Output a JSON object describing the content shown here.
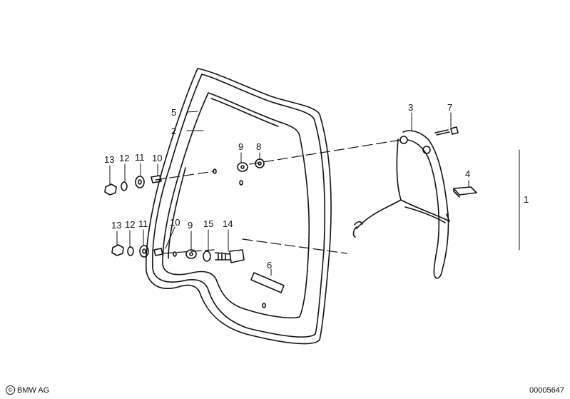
{
  "labels": {
    "p1": "1",
    "p2": "2",
    "p3": "3",
    "p4": "4",
    "p5": "5",
    "p6": "6",
    "p7": "7",
    "p8": "8",
    "p9a": "9",
    "p9b": "9",
    "p10a": "10",
    "p10b": "10",
    "p11a": "11",
    "p11b": "11",
    "p12a": "12",
    "p12b": "12",
    "p13a": "13",
    "p13b": "13",
    "p14": "14",
    "p15": "15"
  },
  "footer": {
    "copyright_symbol": "©",
    "brand": "BMW AG",
    "diagram_number": "00005647"
  }
}
